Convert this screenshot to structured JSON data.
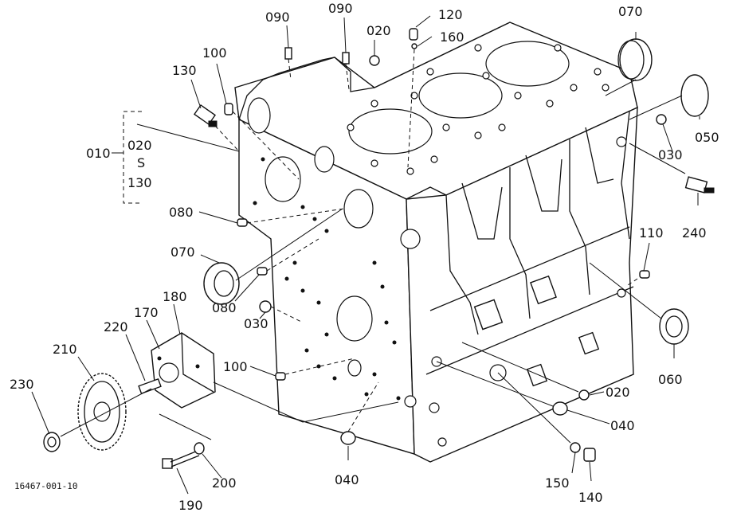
{
  "diagram": {
    "drawing_number": "16467-001-10",
    "callouts": {
      "p010": "010",
      "p010_range_from": "020",
      "p010_range_sep": "S",
      "p010_range_to": "130",
      "p020_top": "020",
      "p020_right": "020",
      "p030_right": "030",
      "p030_left": "030",
      "p040_bottom": "040",
      "p040_right": "040",
      "p050": "050",
      "p060": "060",
      "p070_top": "070",
      "p070_left": "070",
      "p080_top": "080",
      "p080_mid": "080",
      "p090_left": "090",
      "p090_right": "090",
      "p100_top": "100",
      "p100_mid": "100",
      "p110": "110",
      "p120": "120",
      "p130": "130",
      "p140": "140",
      "p150": "150",
      "p160": "160",
      "p170": "170",
      "p180": "180",
      "p190": "190",
      "p200": "200",
      "p210": "210",
      "p220": "220",
      "p230": "230",
      "p240": "240"
    }
  }
}
